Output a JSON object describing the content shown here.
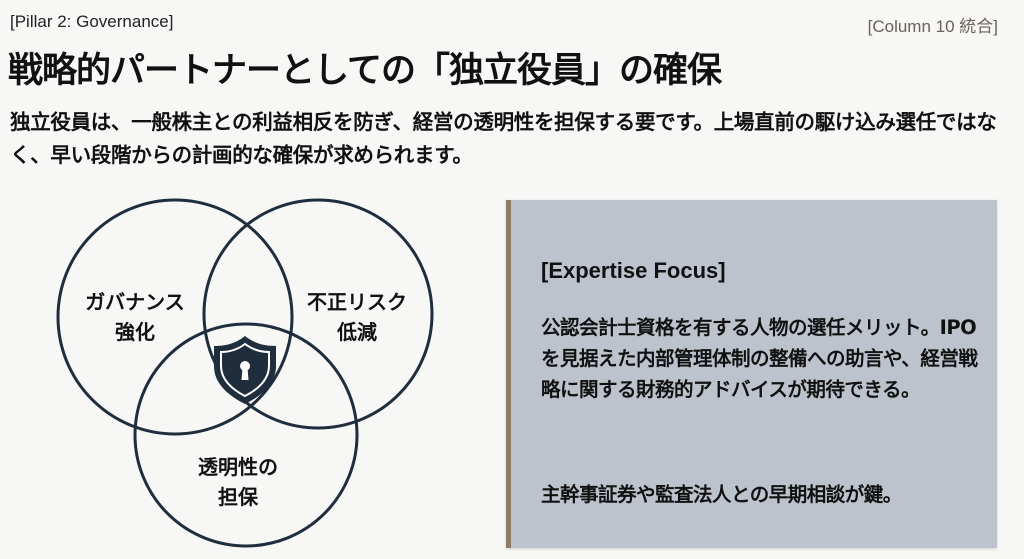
{
  "header": {
    "pillar": "[Pillar 2: Governance]",
    "column": "[Column 10 統合]",
    "title": "戦略的パートナーとしての「独立役員」の確保",
    "lead": "独立役員は、一般株主との利益相反を防ぎ、経営の透明性を担保する要です。上場直前の駆け込み選任ではなく、早い段階からの計画的な確保が求められます。"
  },
  "venn": {
    "circles": [
      {
        "label_line1": "ガバナンス",
        "label_line2": "強化"
      },
      {
        "label_line1": "不正リスク",
        "label_line2": "低減"
      },
      {
        "label_line1": "透明性の",
        "label_line2": "担保"
      }
    ],
    "center_icon": "shield-keyhole-icon",
    "stroke_color": "#1f2d3d"
  },
  "panel": {
    "heading": "[Expertise Focus]",
    "body": "公認会計士資格を有する人物の選任メリット。IPOを見据えた内部管理体制の整備への助言や、経営戦略に関する財務的アドバイスが期待できる。",
    "key": "主幹事証券や監査法人との早期相談が鍵。",
    "background": "#bcc3cc",
    "accent": "#8c7b66"
  }
}
